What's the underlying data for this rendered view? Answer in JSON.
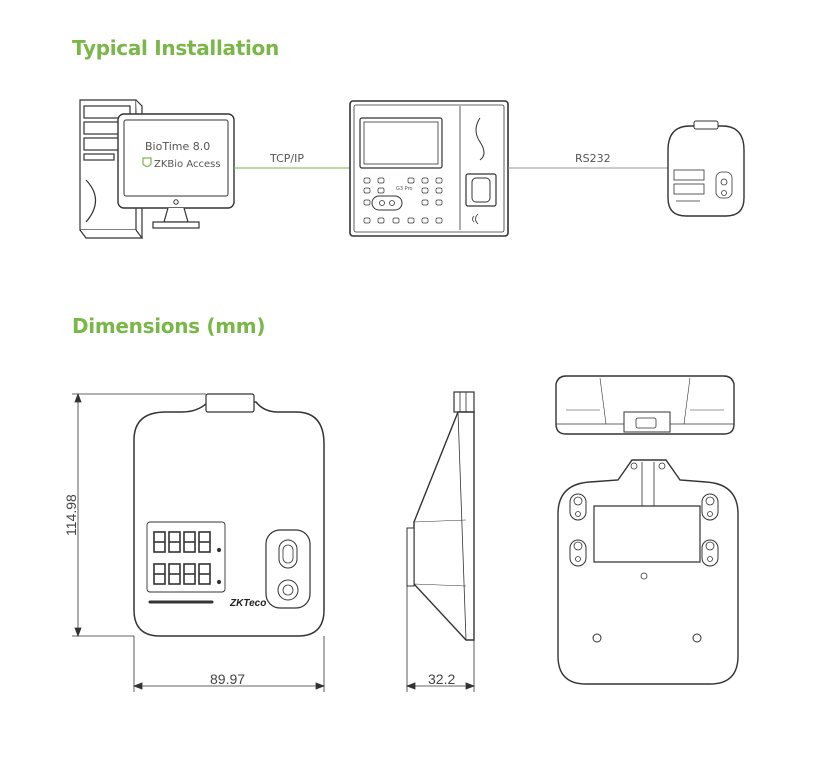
{
  "sections": {
    "installation_title": "Typical Installation",
    "dimensions_title": "Dimensions (mm)"
  },
  "computer": {
    "software_line1": "BioTime 8.0",
    "software_line2": "ZKBio Access"
  },
  "links": {
    "tcpip": "TCP/IP",
    "rs232": "RS232"
  },
  "terminal": {
    "model_text": "G3 Pro"
  },
  "reader_logo": "ZKTeco",
  "dimensions": {
    "height": "114.98",
    "width": "89.97",
    "depth": "32.2"
  },
  "colors": {
    "accent": "#7ab648",
    "line": "#333333",
    "software_green": "#7ab648"
  }
}
